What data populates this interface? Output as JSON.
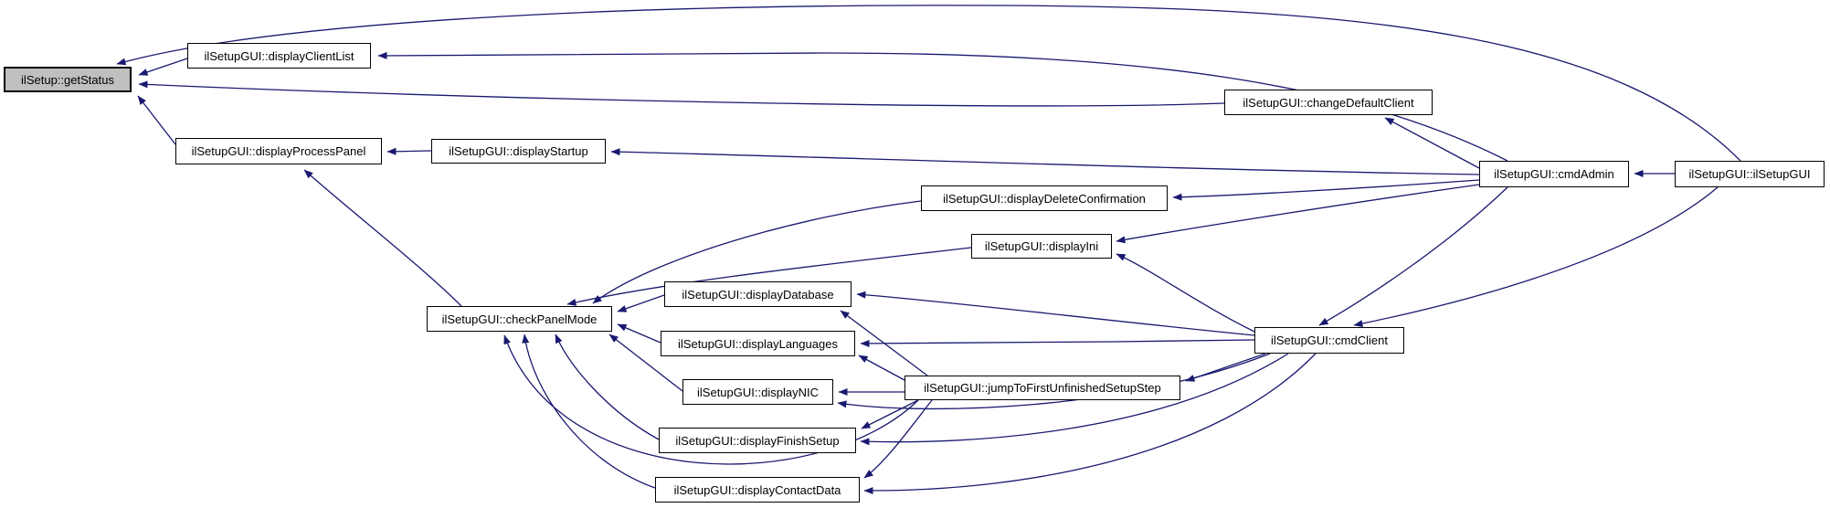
{
  "diagram": {
    "type": "doxygen-caller-graph",
    "background_color": "#ffffff",
    "edge_color": "#191970",
    "node_border_color": "#000000",
    "node_fill_color": "#ffffff",
    "highlight_node_fill_color": "#bfbfbf",
    "nodes": {
      "getStatus": {
        "label": "ilSetup::getStatus",
        "highlighted": true
      },
      "displayClientList": {
        "label": "ilSetupGUI::displayClientList"
      },
      "displayProcessPanel": {
        "label": "ilSetupGUI::displayProcessPanel"
      },
      "displayStartup": {
        "label": "ilSetupGUI::displayStartup"
      },
      "changeDefaultClient": {
        "label": "ilSetupGUI::changeDefaultClient"
      },
      "cmdAdmin": {
        "label": "ilSetupGUI::cmdAdmin"
      },
      "ilSetupGUI": {
        "label": "ilSetupGUI::ilSetupGUI"
      },
      "displayDeleteConfirmation": {
        "label": "ilSetupGUI::displayDeleteConfirmation"
      },
      "displayIni": {
        "label": "ilSetupGUI::displayIni"
      },
      "checkPanelMode": {
        "label": "ilSetupGUI::checkPanelMode"
      },
      "displayDatabase": {
        "label": "ilSetupGUI::displayDatabase"
      },
      "displayLanguages": {
        "label": "ilSetupGUI::displayLanguages"
      },
      "displayNIC": {
        "label": "ilSetupGUI::displayNIC"
      },
      "displayFinishSetup": {
        "label": "ilSetupGUI::displayFinishSetup"
      },
      "displayContactData": {
        "label": "ilSetupGUI::displayContactData"
      },
      "jumpToFirstUnfinishedSetupStep": {
        "label": "ilSetupGUI::jumpToFirstUnfinishedSetupStep"
      },
      "cmdClient": {
        "label": "ilSetupGUI::cmdClient"
      }
    },
    "edges": [
      {
        "from": "displayClientList",
        "to": "getStatus"
      },
      {
        "from": "changeDefaultClient",
        "to": "getStatus"
      },
      {
        "from": "displayProcessPanel",
        "to": "getStatus"
      },
      {
        "from": "ilSetupGUI",
        "to": "getStatus"
      },
      {
        "from": "cmdAdmin",
        "to": "displayClientList"
      },
      {
        "from": "displayStartup",
        "to": "displayProcessPanel"
      },
      {
        "from": "checkPanelMode",
        "to": "displayProcessPanel"
      },
      {
        "from": "cmdAdmin",
        "to": "displayStartup"
      },
      {
        "from": "cmdAdmin",
        "to": "changeDefaultClient"
      },
      {
        "from": "ilSetupGUI",
        "to": "cmdAdmin"
      },
      {
        "from": "cmdAdmin",
        "to": "displayDeleteConfirmation"
      },
      {
        "from": "cmdAdmin",
        "to": "displayIni"
      },
      {
        "from": "cmdClient",
        "to": "displayIni"
      },
      {
        "from": "displayDeleteConfirmation",
        "to": "checkPanelMode"
      },
      {
        "from": "displayIni",
        "to": "checkPanelMode"
      },
      {
        "from": "displayDatabase",
        "to": "checkPanelMode"
      },
      {
        "from": "displayLanguages",
        "to": "checkPanelMode"
      },
      {
        "from": "displayNIC",
        "to": "checkPanelMode"
      },
      {
        "from": "displayFinishSetup",
        "to": "checkPanelMode"
      },
      {
        "from": "displayContactData",
        "to": "checkPanelMode"
      },
      {
        "from": "jumpToFirstUnfinishedSetupStep",
        "to": "checkPanelMode"
      },
      {
        "from": "cmdClient",
        "to": "displayDatabase"
      },
      {
        "from": "jumpToFirstUnfinishedSetupStep",
        "to": "displayDatabase"
      },
      {
        "from": "cmdClient",
        "to": "displayLanguages"
      },
      {
        "from": "jumpToFirstUnfinishedSetupStep",
        "to": "displayLanguages"
      },
      {
        "from": "jumpToFirstUnfinishedSetupStep",
        "to": "displayNIC"
      },
      {
        "from": "cmdClient",
        "to": "displayNIC"
      },
      {
        "from": "jumpToFirstUnfinishedSetupStep",
        "to": "displayFinishSetup"
      },
      {
        "from": "cmdClient",
        "to": "displayFinishSetup"
      },
      {
        "from": "jumpToFirstUnfinishedSetupStep",
        "to": "displayContactData"
      },
      {
        "from": "cmdClient",
        "to": "displayContactData"
      },
      {
        "from": "cmdClient",
        "to": "jumpToFirstUnfinishedSetupStep"
      },
      {
        "from": "cmdAdmin",
        "to": "cmdClient"
      },
      {
        "from": "ilSetupGUI",
        "to": "cmdClient"
      }
    ]
  }
}
